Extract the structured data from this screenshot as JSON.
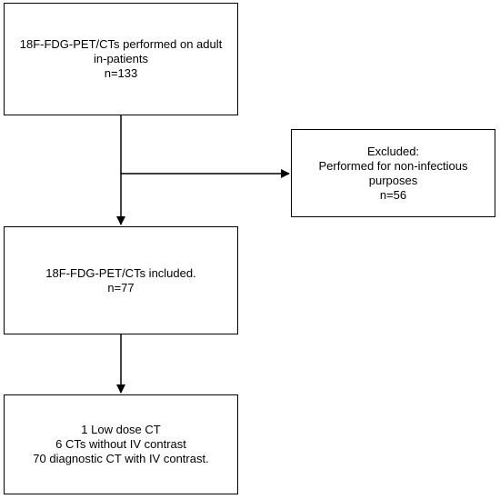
{
  "flowchart": {
    "enrolled": {
      "lines": [
        "18F-FDG-PET/CTs performed on adult",
        "in-patients",
        "n=133"
      ]
    },
    "excluded": {
      "lines": [
        "Excluded:",
        "Performed for non-infectious",
        "purposes",
        "n=56"
      ]
    },
    "included": {
      "lines": [
        "18F-FDG-PET/CTs included.",
        "n=77"
      ]
    },
    "breakdown": {
      "lines": [
        "1 Low dose CT",
        "6 CTs without IV contrast",
        "70 diagnostic CT with IV contrast."
      ]
    }
  },
  "colors": {
    "stroke": "#000000",
    "background": "#ffffff"
  }
}
